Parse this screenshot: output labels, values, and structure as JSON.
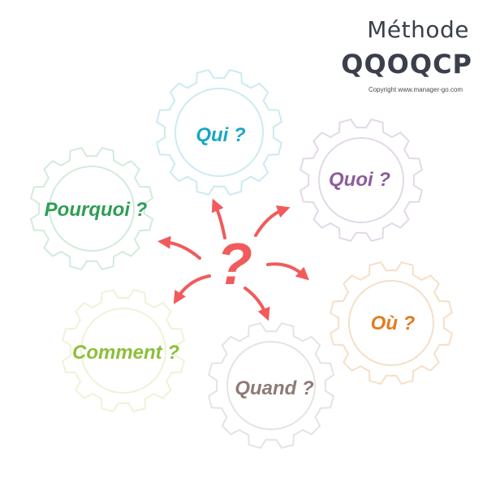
{
  "title": {
    "line1": "Méthode",
    "line2": "QQOQCP",
    "copyright": "Copyright www.manager-go.com"
  },
  "gears": [
    {
      "id": "qui",
      "label": "Qui ?",
      "text_color": "#1aa6c9",
      "gear_color": "#cdeaf1"
    },
    {
      "id": "quoi",
      "label": "Quoi ?",
      "text_color": "#8e5c9a",
      "gear_color": "#e3d9e6"
    },
    {
      "id": "pourquoi",
      "label": "Pourquoi ?",
      "text_color": "#2e9e55",
      "gear_color": "#d3ebdc"
    },
    {
      "id": "comment",
      "label": "Comment ?",
      "text_color": "#8cbf3a",
      "gear_color": "#eef3d8"
    },
    {
      "id": "quand",
      "label": "Quand ?",
      "text_color": "#8c7b76",
      "gear_color": "#e6e3e2"
    },
    {
      "id": "ou",
      "label": "Où ?",
      "text_color": "#e27d1e",
      "gear_color": "#f6dfc7"
    }
  ],
  "center": {
    "symbol": "?",
    "color": "#f15b5b"
  }
}
